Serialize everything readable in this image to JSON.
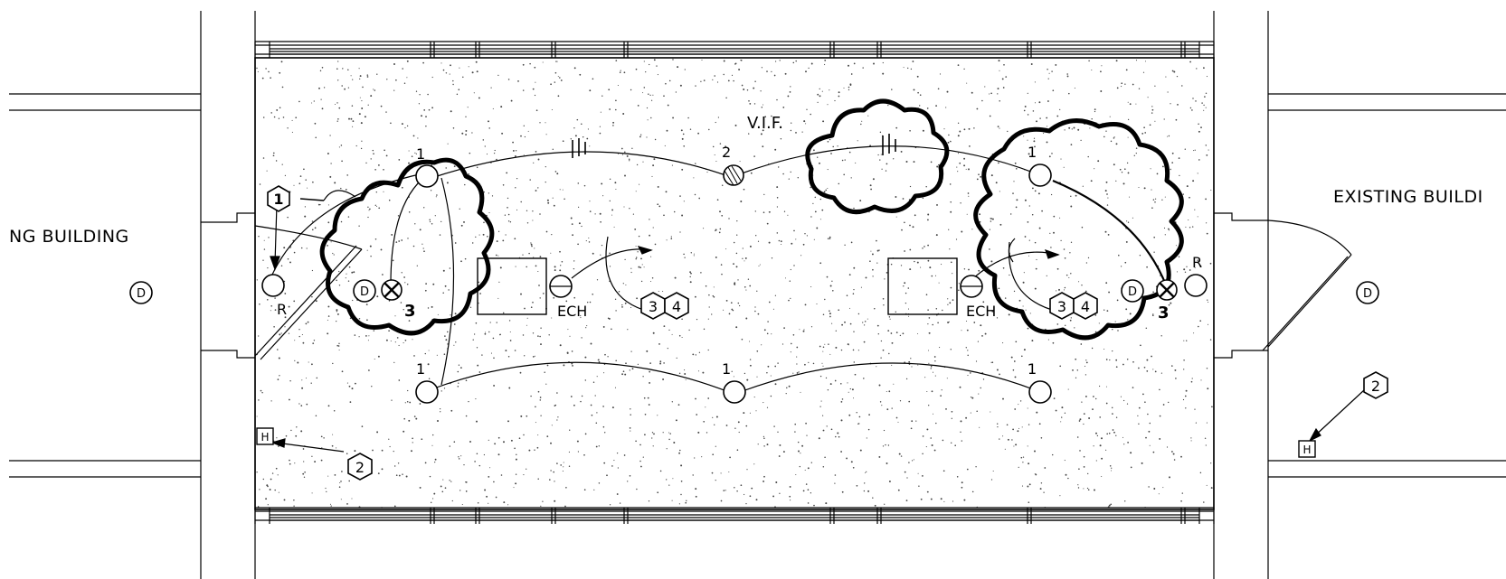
{
  "labels": {
    "left_building": "NG BUILDING",
    "right_building": "EXISTING BUILDI",
    "vif": "V.I.F."
  },
  "fixtures": {
    "circuit_1": "1",
    "circuit_2": "2",
    "circuit_3": "3",
    "receptacle": "R",
    "echo": "ECH",
    "door": "D",
    "heater": "H"
  },
  "tags": {
    "tag_1": "1",
    "tag_2": "2",
    "tag_3": "3",
    "tag_4": "4"
  },
  "colors": {
    "line": "#000000",
    "background": "#ffffff",
    "hatch_dots": "#444444"
  }
}
